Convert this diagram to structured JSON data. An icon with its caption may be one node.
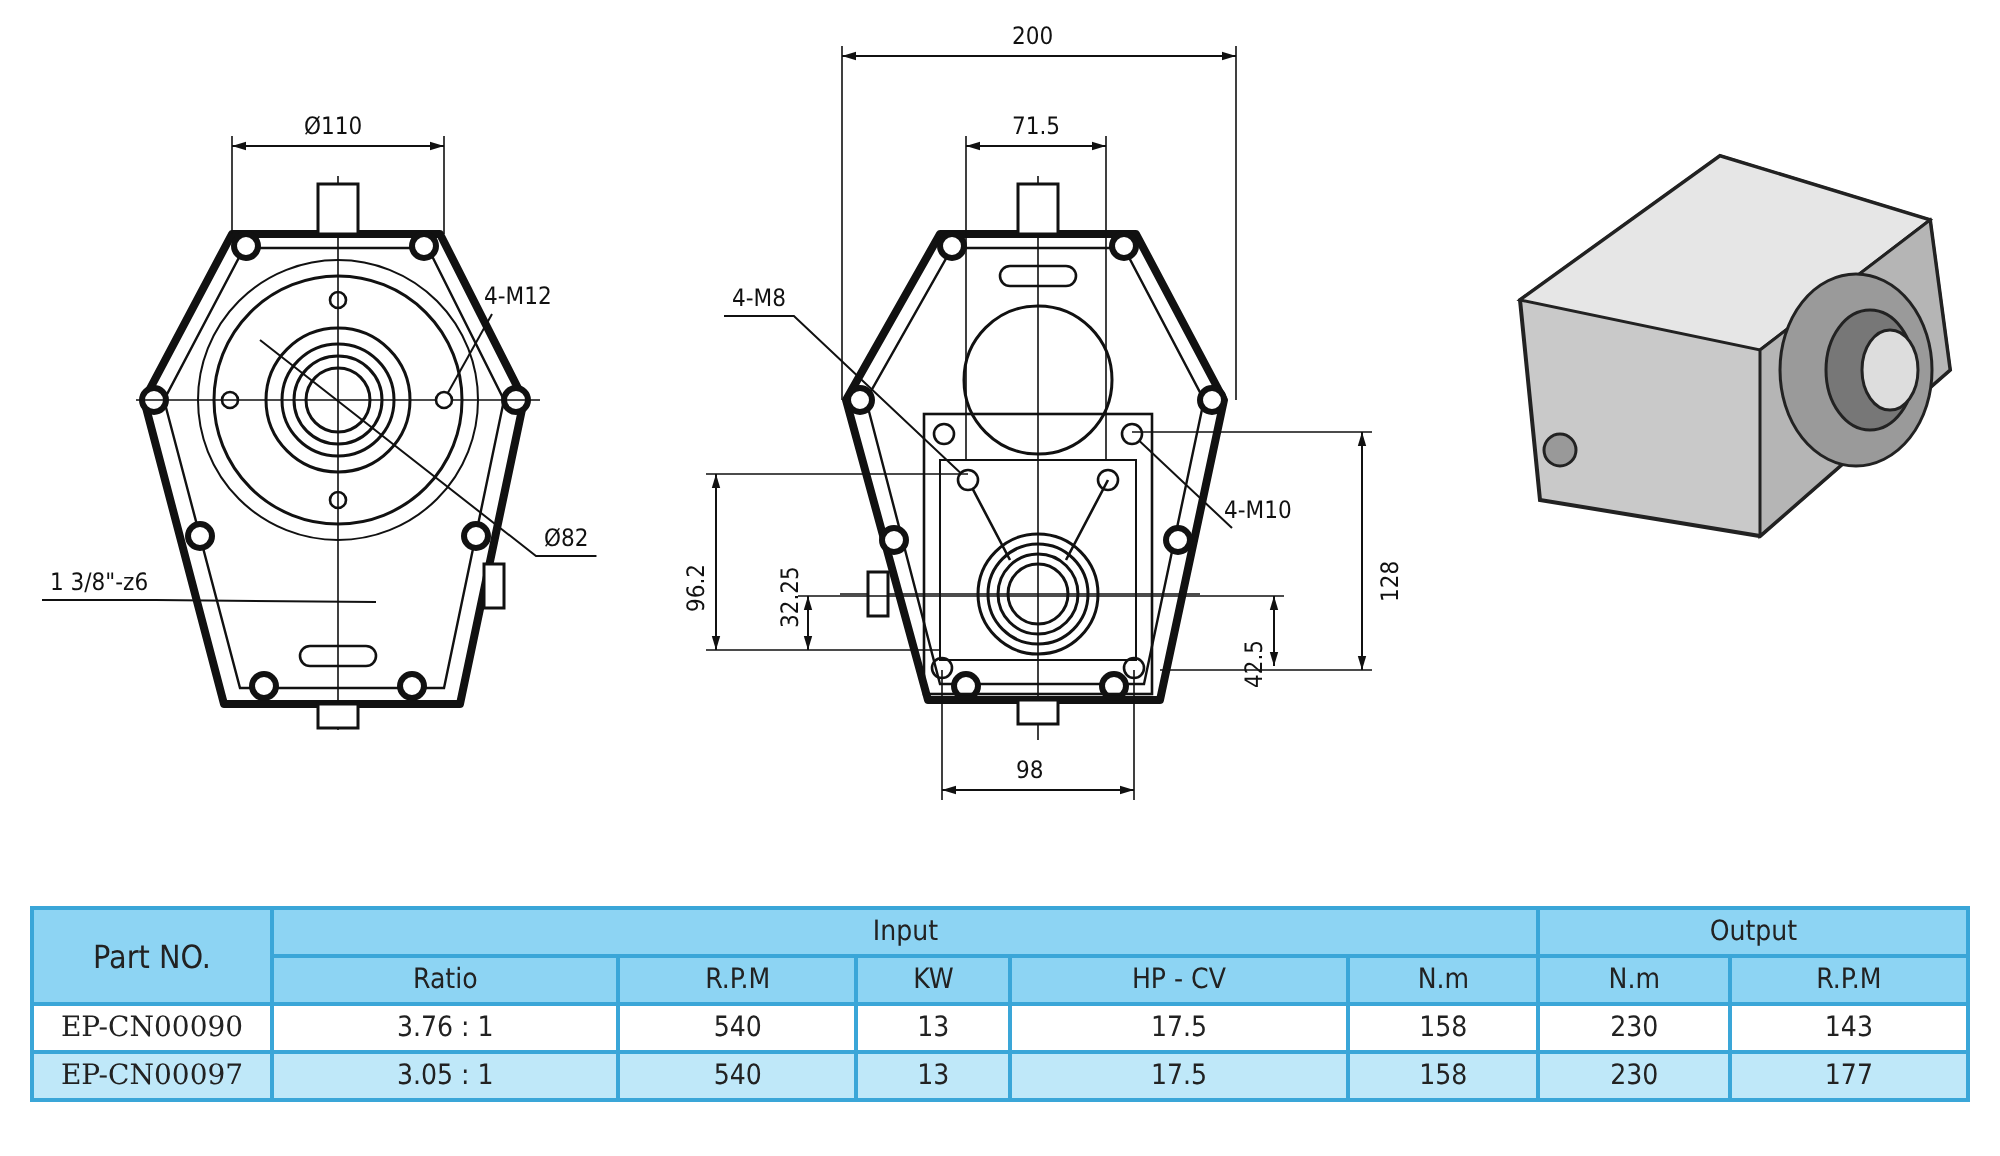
{
  "diagram": {
    "nodes": [
      {
        "text": [
          "4-M12"
        ]
      },
      {
        "text": [
          "Ø82"
        ]
      },
      {
        "text": [
          "1 3/8\"-z6"
        ]
      },
      {
        "text": [
          "4-M8"
        ]
      },
      {
        "text": [
          "4-M10"
        ]
      },
      {
        "text": [],
        "shape": "circle"
      },
      {
        "text": [],
        "shape": "circle"
      },
      {
        "text": [],
        "shape": "circle"
      }
    ],
    "edges": [
      {
        "from": 0,
        "to": 5,
        "arrow": "none"
      },
      {
        "from": 1,
        "to": null,
        "arrow": "none"
      },
      {
        "from": 2,
        "to": null,
        "arrow": "none"
      },
      {
        "from": 3,
        "to": 6,
        "arrow": "none"
      },
      {
        "from": 4,
        "to": 7,
        "arrow": "none"
      }
    ],
    "labels": [
      "Ø110",
      "200",
      "71.5",
      "96.2",
      "32.25",
      "128",
      "42.5",
      "98",
      "Part NO.",
      "Input",
      "Output",
      "Ratio",
      "R.P.M",
      "KW",
      "HP - CV",
      "N.m",
      "N.m",
      "R.P.M",
      "EP-CN00090",
      "3.76 : 1",
      "540",
      "13",
      "17.5",
      "158",
      "230",
      "143",
      "EP-CN00097",
      "3.05 : 1",
      "540",
      "13",
      "17.5",
      "158",
      "230",
      "177"
    ]
  }
}
